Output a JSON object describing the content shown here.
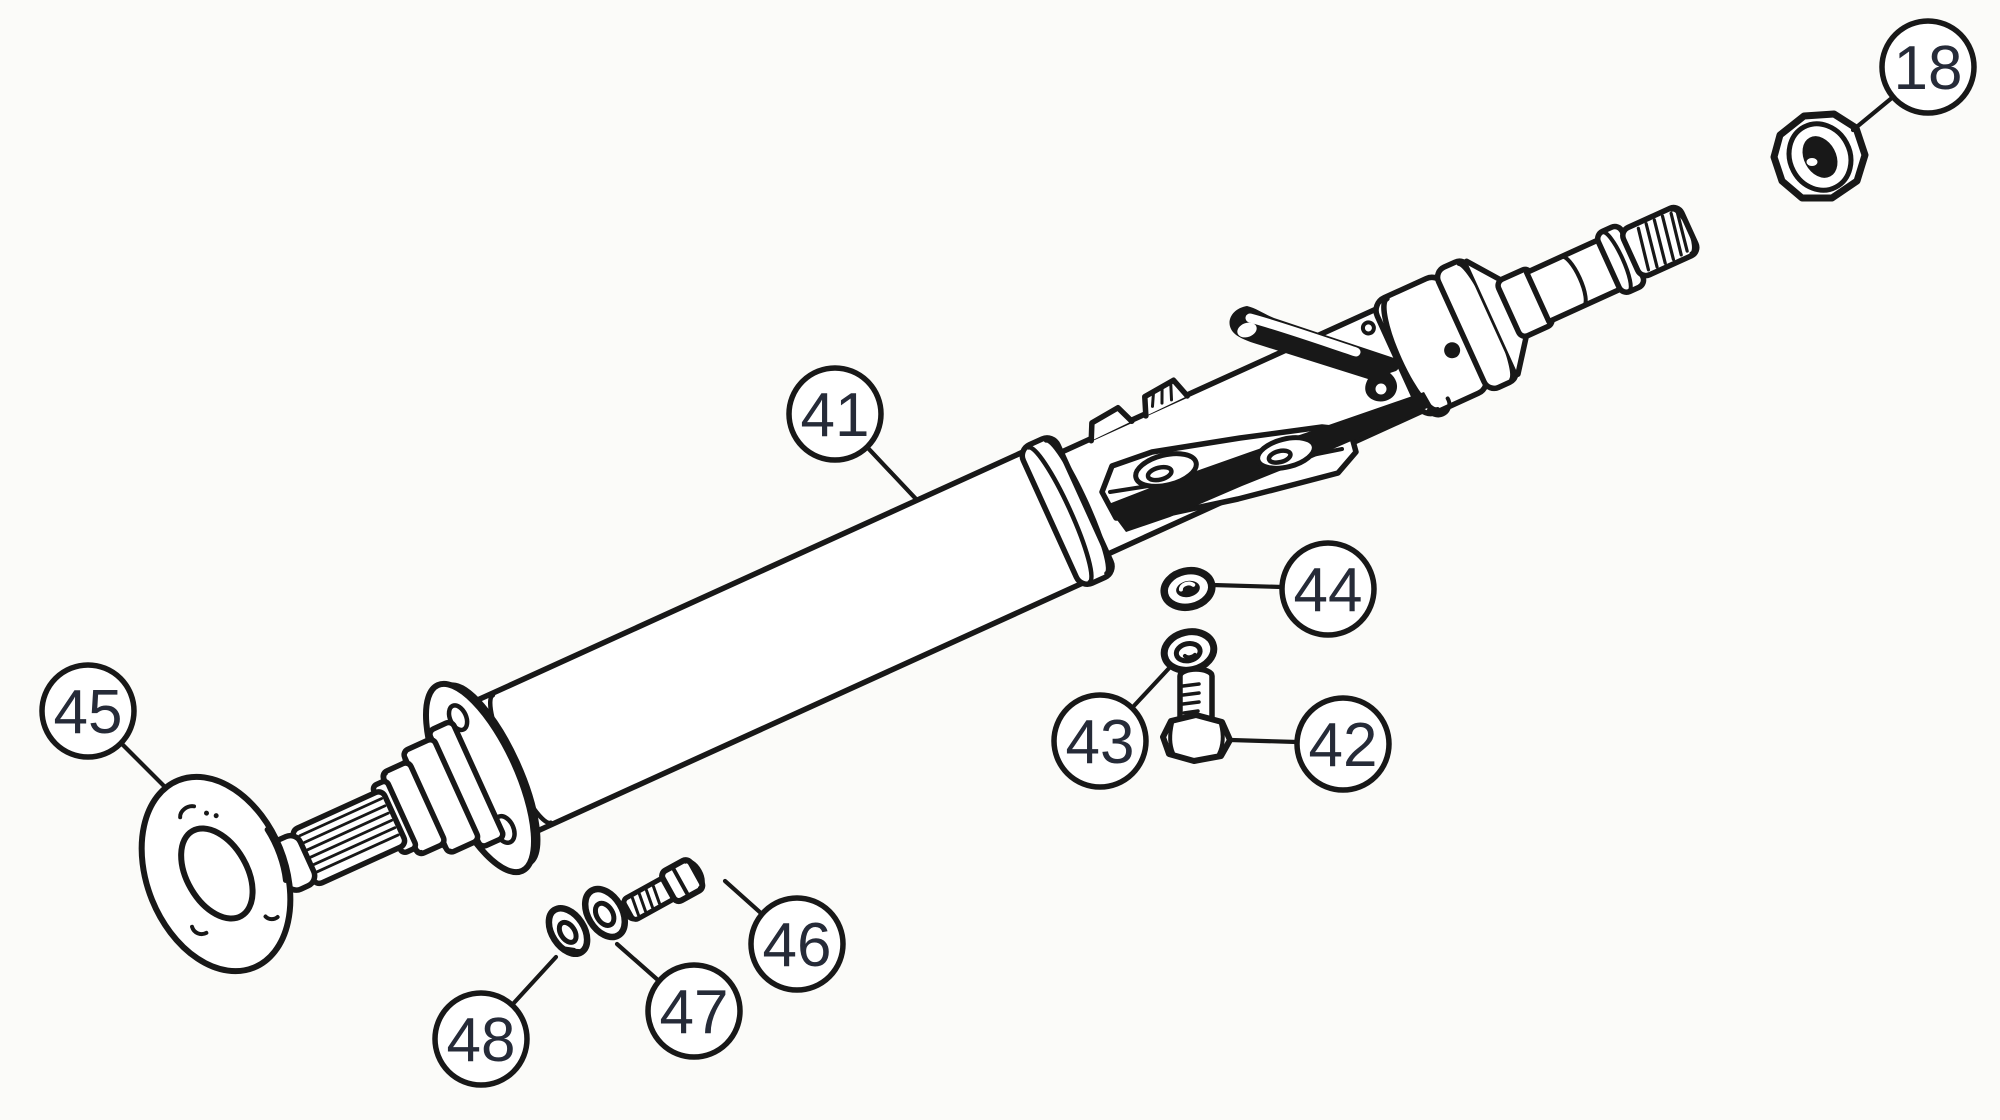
{
  "colors": {
    "background": "#fbfbf9",
    "ink": "#181818",
    "number": "#262b38"
  },
  "callouts": [
    {
      "number": "18"
    },
    {
      "number": "41"
    },
    {
      "number": "42"
    },
    {
      "number": "43"
    },
    {
      "number": "44"
    },
    {
      "number": "45"
    },
    {
      "number": "46"
    },
    {
      "number": "47"
    },
    {
      "number": "48"
    }
  ]
}
